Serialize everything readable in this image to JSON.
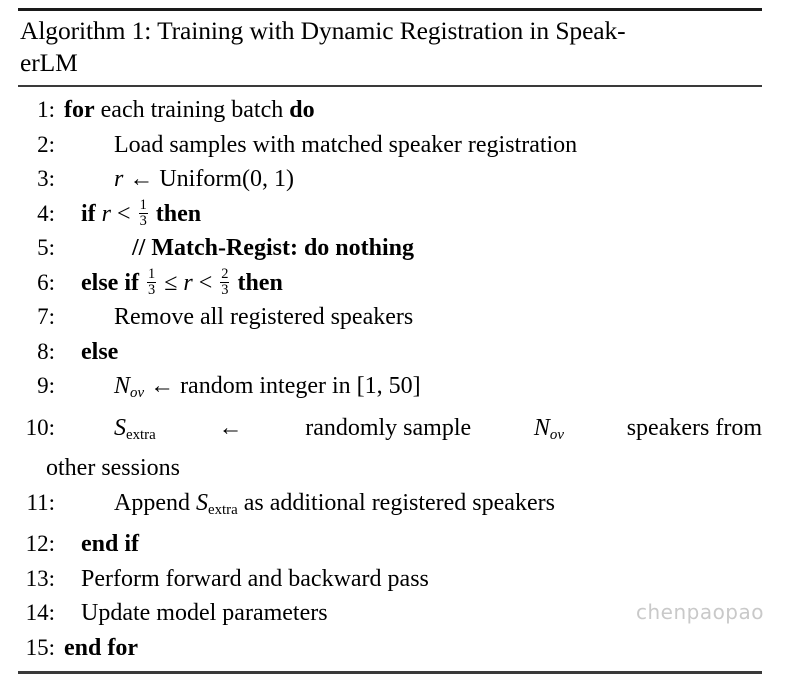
{
  "algorithm": {
    "title": "Algorithm 1: Training with Dynamic Registration in SpeakerLM",
    "title_line1": "Algorithm 1: Training with Dynamic Registration in Speak-",
    "title_line2": "erLM",
    "steps": [
      {
        "number": "1:",
        "indent": 0,
        "text": "for each training batch do"
      },
      {
        "number": "2:",
        "indent": 2,
        "text": "Load samples with matched speaker registration"
      },
      {
        "number": "3:",
        "indent": 2,
        "text": "r ← Uniform(0, 1)"
      },
      {
        "number": "4:",
        "indent": 1,
        "text": "if r < 1/3 then"
      },
      {
        "number": "5:",
        "indent": 3,
        "text": "// Match-Regist: do nothing"
      },
      {
        "number": "6:",
        "indent": 1,
        "text": "else if 1/3 ≤ r < 2/3 then"
      },
      {
        "number": "7:",
        "indent": 2,
        "text": "Remove all registered speakers"
      },
      {
        "number": "8:",
        "indent": 1,
        "text": "else"
      },
      {
        "number": "9:",
        "indent": 2,
        "text": "N_ov ← random integer in [1, 50]"
      },
      {
        "number": "10:",
        "indent": 2,
        "text": "S_extra ← randomly sample N_ov speakers from other sessions"
      },
      {
        "number": "11:",
        "indent": 2,
        "text": "Append S_extra as additional registered speakers"
      },
      {
        "number": "12:",
        "indent": 1,
        "text": "end if"
      },
      {
        "number": "13:",
        "indent": 1,
        "text": "Perform forward and backward pass"
      },
      {
        "number": "14:",
        "indent": 1,
        "text": "Update model parameters"
      },
      {
        "number": "15:",
        "indent": 0,
        "text": "end for"
      }
    ],
    "tokens": {
      "for": "for",
      "each_training_batch": "each training batch",
      "do": "do",
      "load_samples": "Load samples with matched speaker registration",
      "r": "r",
      "arrow": "←",
      "uniform": "Uniform(0, 1)",
      "if": "if",
      "lt": "<",
      "le": "≤",
      "one": "1",
      "two": "2",
      "three": "3",
      "then": "then",
      "comment_line": "// Match-Regist: do nothing",
      "else_if": "else if",
      "remove_all": "Remove all registered speakers",
      "else": "else",
      "N": "N",
      "ov": "ov",
      "random_integer": "random integer in [1, 50]",
      "S": "S",
      "extra": "extra",
      "randomly_sample": "randomly  sample",
      "speakers_from": "speakers  from",
      "other_sessions": "other sessions",
      "append": "Append",
      "as_additional": "as additional registered speakers",
      "end_if": "end if",
      "perform_pass": "Perform forward and backward pass",
      "update_params": "Update model parameters",
      "end_for": "end for"
    }
  },
  "watermark": {
    "text": "chenpaopao",
    "color": "#c9c9c9"
  }
}
